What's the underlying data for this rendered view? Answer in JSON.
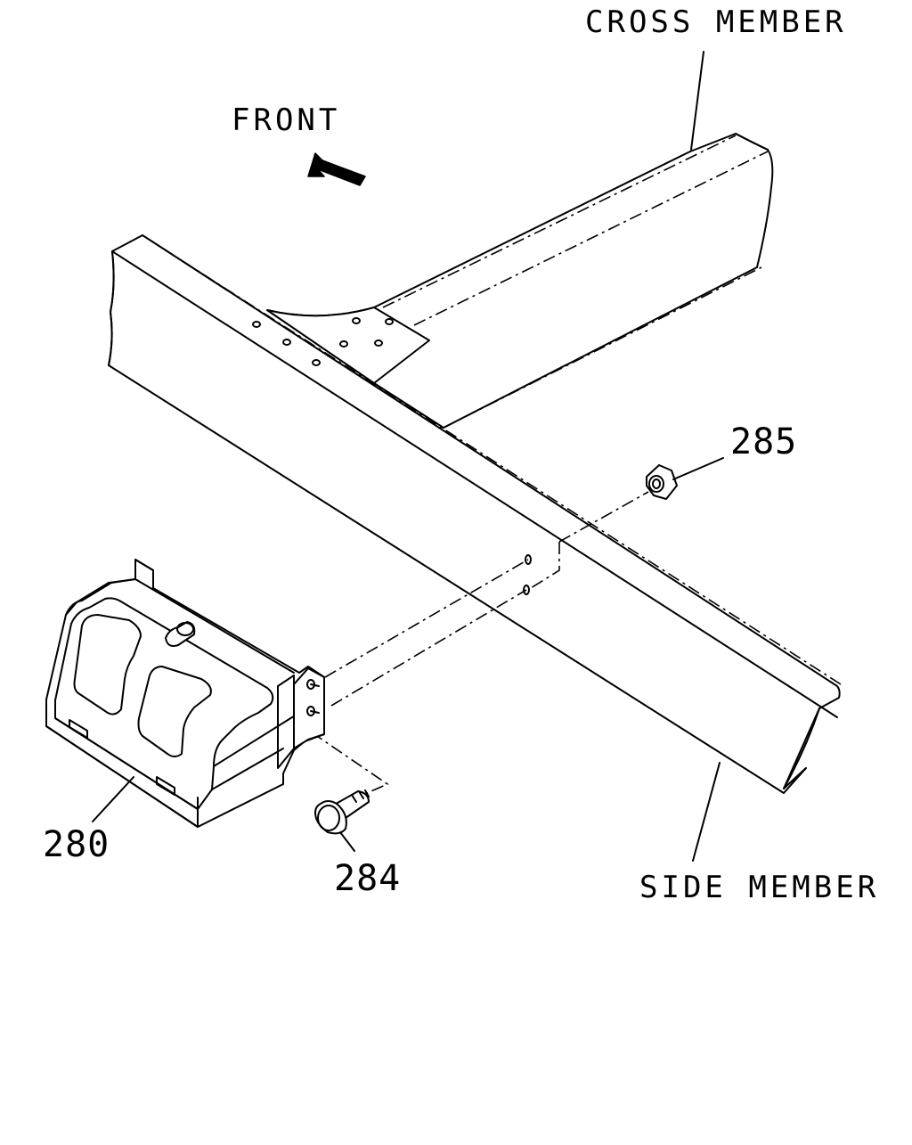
{
  "diagram": {
    "labels": {
      "cross_member": "CROSS MEMBER",
      "front": "FRONT",
      "side_member": "SIDE MEMBER"
    },
    "part_numbers": {
      "part_280": "280",
      "part_284": "284",
      "part_285": "285"
    },
    "colors": {
      "line": "#000000",
      "background": "#ffffff"
    },
    "icons": {
      "direction": "front-arrow-icon"
    }
  }
}
